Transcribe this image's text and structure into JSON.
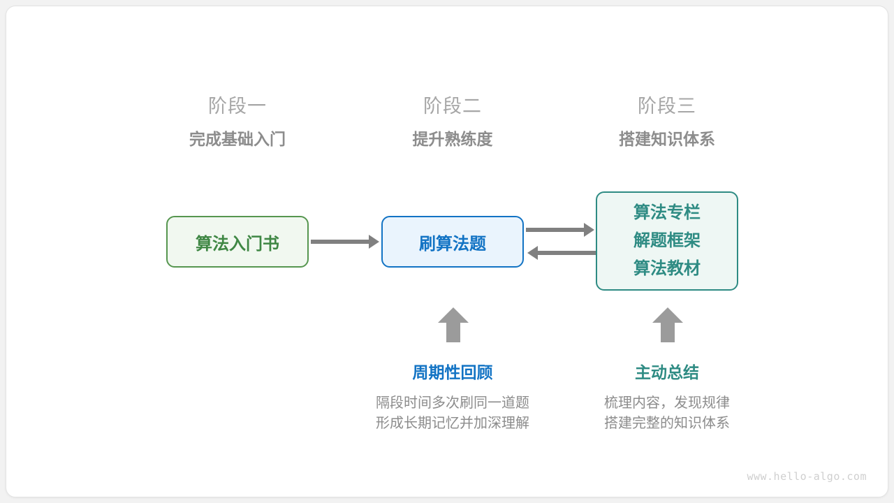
{
  "diagram": {
    "stages": [
      {
        "id": "stage-one",
        "title": "阶段一",
        "subtitle": "完成基础入门"
      },
      {
        "id": "stage-two",
        "title": "阶段二",
        "subtitle": "提升熟练度"
      },
      {
        "id": "stage-three",
        "title": "阶段三",
        "subtitle": "搭建知识体系"
      }
    ],
    "nodes": [
      {
        "id": "node-book",
        "lines": [
          "算法入门书"
        ],
        "border_color": "#56964f",
        "fill_color": "#f1f8f0",
        "text_color": "#3f8744"
      },
      {
        "id": "node-practice",
        "lines": [
          "刷算法题"
        ],
        "border_color": "#1273c4",
        "fill_color": "#eaf4fd",
        "text_color": "#1273c4"
      },
      {
        "id": "node-system",
        "lines": [
          "算法专栏",
          "解题框架",
          "算法教材"
        ],
        "border_color": "#2e8b83",
        "fill_color": "#eef7f4",
        "text_color": "#2e8b83"
      }
    ],
    "connectors": [
      {
        "id": "arrow-book-practice",
        "from": "node-book",
        "to": "node-practice",
        "direction": "right",
        "color": "#808080"
      },
      {
        "id": "arrow-practice-system",
        "from": "node-practice",
        "to": "node-system",
        "direction": "right",
        "color": "#808080"
      },
      {
        "id": "arrow-system-practice",
        "from": "node-system",
        "to": "node-practice",
        "direction": "left",
        "color": "#808080"
      }
    ],
    "annotations": [
      {
        "id": "annotation-review",
        "icon": "up-arrow-icon",
        "title": "周期性回顾",
        "title_color": "#1273c4",
        "description": [
          "隔段时间多次刷同一道题",
          "形成长期记忆并加深理解"
        ]
      },
      {
        "id": "annotation-summary",
        "icon": "up-arrow-icon",
        "title": "主动总结",
        "title_color": "#2e8b83",
        "description": [
          "梳理内容，发现规律",
          "搭建完整的知识体系"
        ]
      }
    ],
    "watermark": "www.hello-algo.com"
  }
}
